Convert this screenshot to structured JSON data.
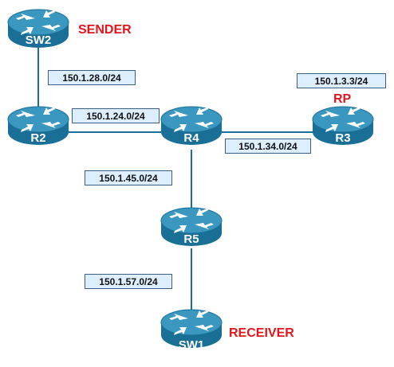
{
  "diagram": {
    "devices": {
      "sw2": {
        "name": "SW2",
        "role": "SENDER"
      },
      "r2": {
        "name": "R2"
      },
      "r4": {
        "name": "R4"
      },
      "r3": {
        "name": "R3",
        "role": "RP"
      },
      "r5": {
        "name": "R5"
      },
      "sw1": {
        "name": "SW1",
        "role": "RECEIVER"
      }
    },
    "networks": {
      "sw2_r2": "150.1.28.0/24",
      "r2_r4": "150.1.24.0/24",
      "r3_loopback": "150.1.3.3/24",
      "r4_r3": "150.1.34.0/24",
      "r4_r5": "150.1.45.0/24",
      "r5_sw1": "150.1.57.0/24"
    },
    "colors": {
      "device_body": "#1a6f96",
      "device_top": "#3a97c0",
      "link": "#1a6f96",
      "label_fill": "#ddeeff",
      "label_border": "#3b5f86",
      "role_text": "#e3141b"
    },
    "icon": "router-icon"
  }
}
